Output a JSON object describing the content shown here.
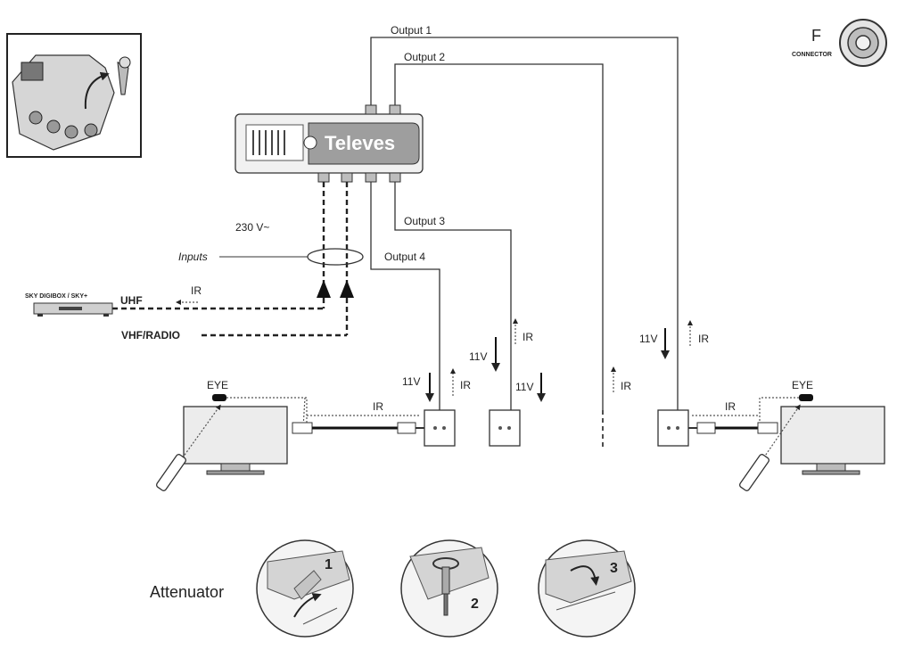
{
  "amplifier": {
    "brand": "Televes"
  },
  "connector": {
    "letter": "F",
    "caption": "CONNECTOR"
  },
  "outputs": {
    "o1": "Output 1",
    "o2": "Output 2",
    "o3": "Output 3",
    "o4": "Output 4"
  },
  "power": {
    "label": "230 V~"
  },
  "inputs": {
    "label": "Inputs",
    "uhf": "UHF",
    "vhf": "VHF/RADIO",
    "device": "SKY DIGIBOX / SKY+"
  },
  "signals": {
    "ir": "IR",
    "volt": "11V",
    "eye": "EYE"
  },
  "attenuator": {
    "label": "Attenuator",
    "steps": [
      "1",
      "2",
      "3"
    ]
  }
}
